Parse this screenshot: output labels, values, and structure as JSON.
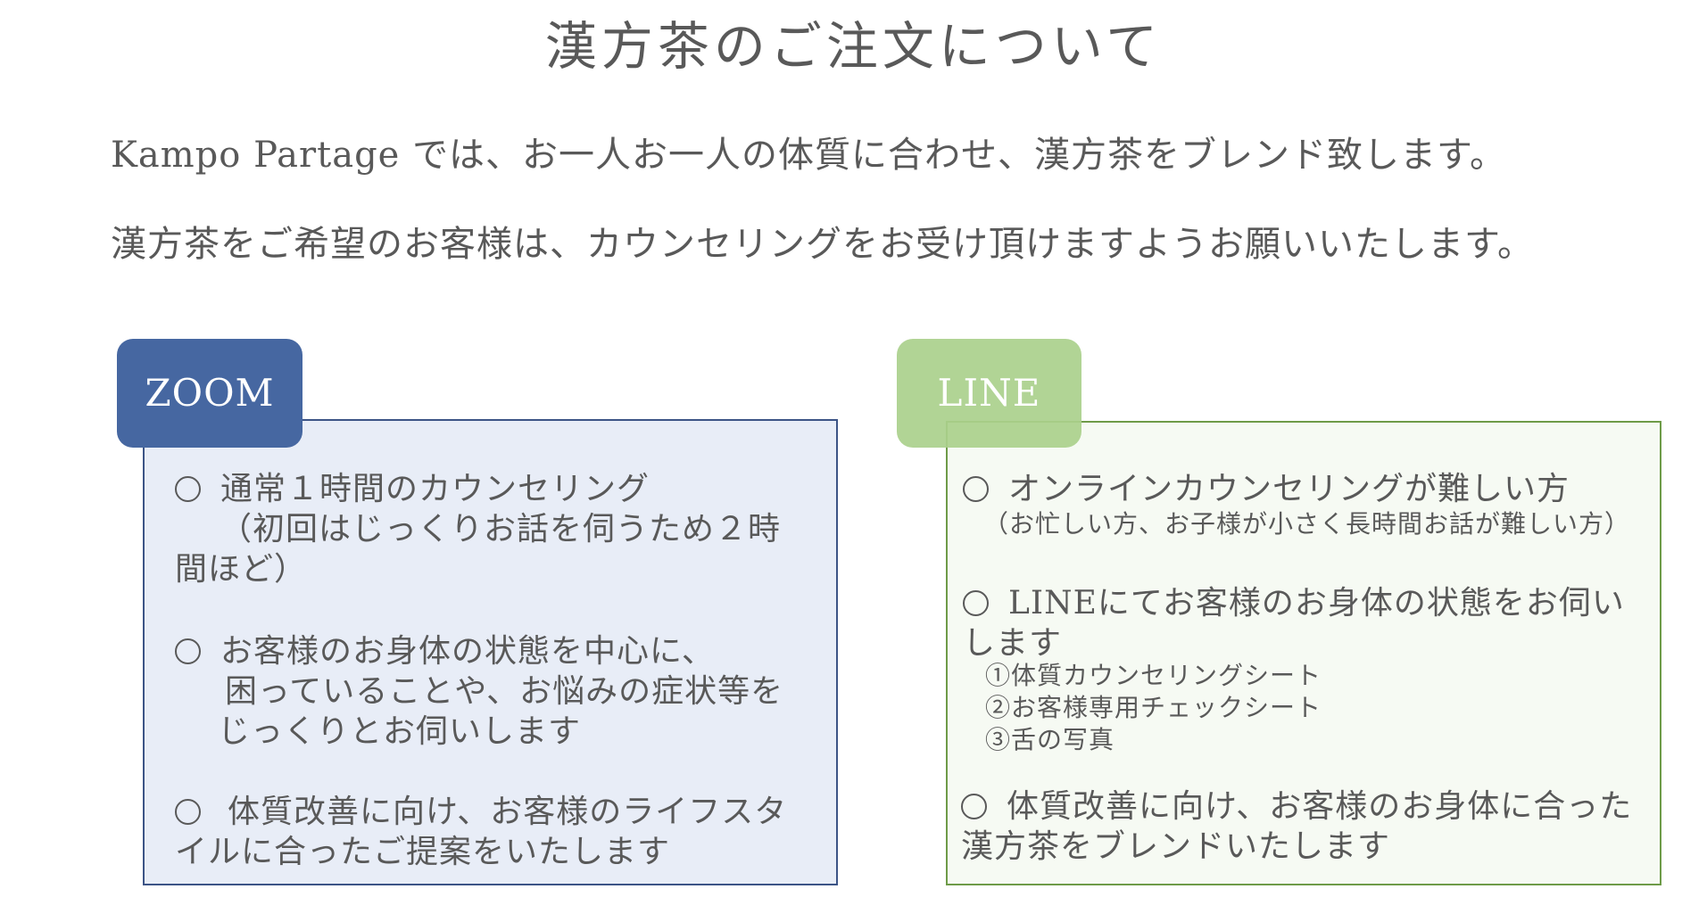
{
  "title": "漢方茶のご注文について",
  "intro": [
    "Kampo Partage では、お一人お一人の体質に合わせ、漢方茶をブレンド致します。",
    "漢方茶をご希望のお客様は、カウンセリングをお受け頂けますようお願いいたします。"
  ],
  "zoom": {
    "tab_label": "ZOOM",
    "items": [
      {
        "lines": [
          "通常１時間のカウンセリング",
          "（初回はじっくりお話を伺うため２時",
          "間ほど）"
        ]
      },
      {
        "lines": [
          "お客様のお身体の状態を中心に、",
          "困っていることや、お悩みの症状等を",
          "じっくりとお伺いします"
        ]
      },
      {
        "lines": [
          "体質改善に向け、お客様のライフスタ",
          "イルに合ったご提案をいたします"
        ]
      }
    ]
  },
  "line": {
    "tab_label": "LINE",
    "items": [
      {
        "lines": [
          "オンラインカウンセリングが難しい方"
        ],
        "sub": [
          "（お忙しい方、お子様が小さく長時間お話が難しい方）"
        ]
      },
      {
        "lines": [
          "LINEにてお客様のお身体の状態をお伺い",
          "します"
        ],
        "sub": [
          "①体質カウンセリングシート",
          "②お客様専用チェックシート",
          "③舌の写真"
        ]
      },
      {
        "lines": [
          "体質改善に向け、お客様のお身体に合った",
          "漢方茶をブレンドいたします"
        ]
      }
    ]
  }
}
